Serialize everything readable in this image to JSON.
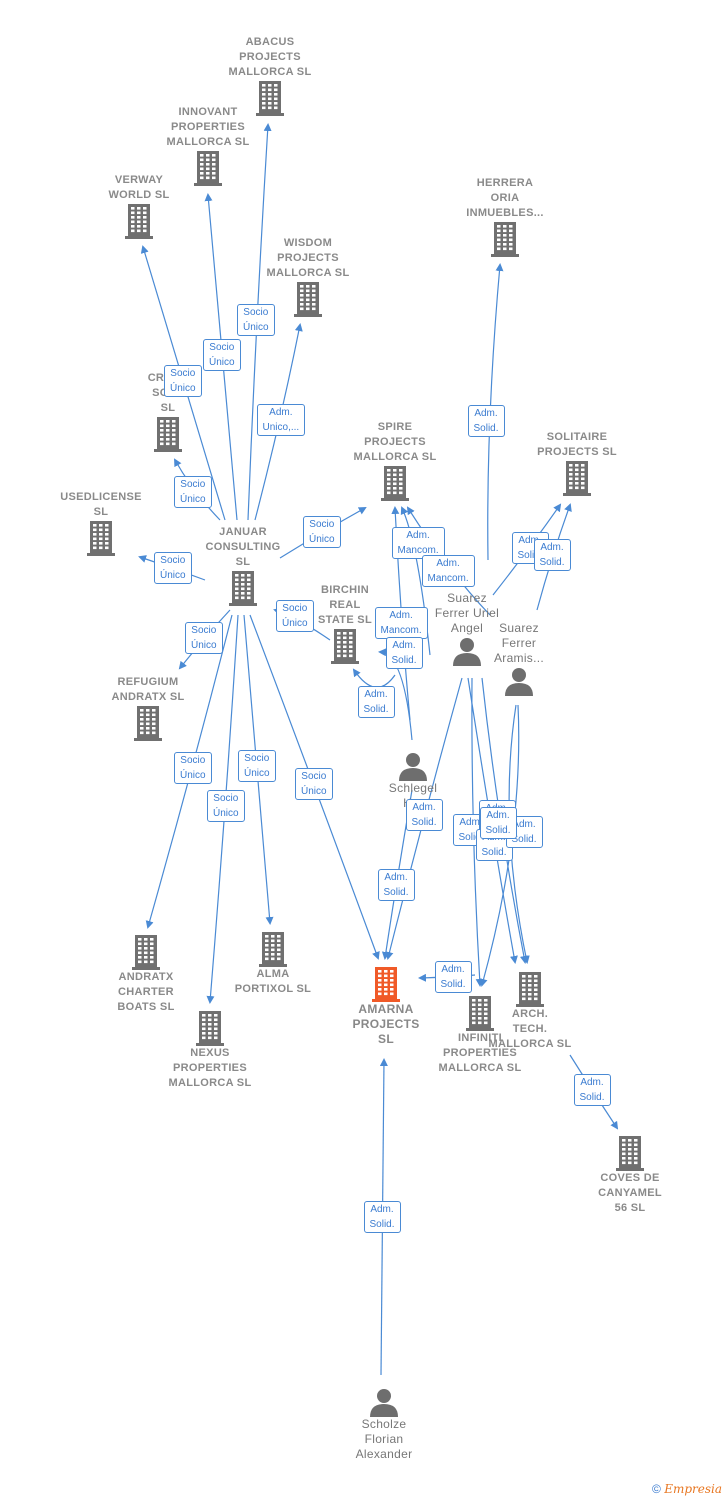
{
  "colors": {
    "edge": "#4a8ad4",
    "building": "#707070",
    "focus": "#f05a28",
    "person": "#6e6e6e"
  },
  "nodes": [
    {
      "id": "abacus",
      "type": "company",
      "label": "ABACUS\nPROJECTS\nMALLORCA  SL"
    },
    {
      "id": "innovant",
      "type": "company",
      "label": "INNOVANT\nPROPERTIES\nMALLORCA  SL"
    },
    {
      "id": "verway",
      "type": "company",
      "label": "VERWAY\nWORLD  SL"
    },
    {
      "id": "wisdom",
      "type": "company",
      "label": "WISDOM\nPROJECTS\nMALLORCA  SL"
    },
    {
      "id": "herrera",
      "type": "company",
      "label": "HERRERA\nORIA\nINMUEBLES..."
    },
    {
      "id": "cross",
      "type": "company",
      "label": "CROSS\nSOLU\nSL"
    },
    {
      "id": "spire",
      "type": "company",
      "label": "SPIRE\nPROJECTS\nMALLORCA  SL"
    },
    {
      "id": "solitaire",
      "type": "company",
      "label": "SOLITAIRE\nPROJECTS  SL"
    },
    {
      "id": "usedlicense",
      "type": "company",
      "label": "USEDLICENSE\nSL"
    },
    {
      "id": "januar",
      "type": "company",
      "label": "JANUAR\nCONSULTING\nSL"
    },
    {
      "id": "birchin",
      "type": "company",
      "label": "BIRCHIN\nREAL\nSTATE  SL"
    },
    {
      "id": "suarez_uriel",
      "type": "person",
      "label": "Suarez\nFerrer Uriel\nAngel"
    },
    {
      "id": "suarez_aramis",
      "type": "person",
      "label": "Suarez\nFerrer\nAramis..."
    },
    {
      "id": "refugium",
      "type": "company",
      "label": "REFUGIUM\nANDRATX  SL"
    },
    {
      "id": "schlegel",
      "type": "person",
      "label": "Schlegel\nH..."
    },
    {
      "id": "andratx",
      "type": "company",
      "label": "ANDRATX\nCHARTER\nBOATS  SL"
    },
    {
      "id": "alma",
      "type": "company",
      "label": "ALMA\nPORTIXOL  SL"
    },
    {
      "id": "nexus",
      "type": "company",
      "label": "NEXUS\nPROPERTIES\nMALLORCA  SL"
    },
    {
      "id": "amarna",
      "type": "focus",
      "label": "AMARNA\nPROJECTS\nSL"
    },
    {
      "id": "infiniti",
      "type": "company",
      "label": "INFINITI\nPROPERTIES\nMALLORCA  SL"
    },
    {
      "id": "arch",
      "type": "company",
      "label": "ARCH.\nTECH.\nMALLORCA  SL"
    },
    {
      "id": "coves",
      "type": "company",
      "label": "COVES DE\nCANYAMEL\n56 SL"
    },
    {
      "id": "scholze",
      "type": "person",
      "label": "Scholze\nFlorian\nAlexander"
    }
  ],
  "edges": [
    {
      "label": "Socio\nÚnico"
    },
    {
      "label": "Socio\nÚnico"
    },
    {
      "label": "Socio\nÚnico"
    },
    {
      "label": "Adm.\nUnico,..."
    },
    {
      "label": "Socio\nÚnico"
    },
    {
      "label": "Socio\nÚnico"
    },
    {
      "label": "Socio\nÚnico"
    },
    {
      "label": "Socio\nÚnico"
    },
    {
      "label": "Socio\nÚnico"
    },
    {
      "label": "Socio\nÚnico"
    },
    {
      "label": "Socio\nÚnico"
    },
    {
      "label": "Socio\nÚnico"
    },
    {
      "label": "Socio\nÚnico"
    },
    {
      "label": "Adm.\nSolid."
    },
    {
      "label": "Adm.\nMancom."
    },
    {
      "label": "Adm.\nMancom."
    },
    {
      "label": "Adm.\nMancom."
    },
    {
      "label": "Adm.\nSolid."
    },
    {
      "label": "Adm.\nSolid."
    },
    {
      "label": "Adm.\nSolid."
    },
    {
      "label": "Adm.\nSolid."
    },
    {
      "label": "Adm.\nSolid."
    },
    {
      "label": "Adm.\nSolid."
    },
    {
      "label": "Adm.\nSolid."
    },
    {
      "label": "Adm.\nSolid."
    },
    {
      "label": "Adm.\nSolid."
    },
    {
      "label": "Adm.\nSolid."
    },
    {
      "label": "Adm.\nSolid."
    },
    {
      "label": "Adm.\nSolid."
    },
    {
      "label": "Adm.\nSolid."
    },
    {
      "label": "Adm.\nSolid."
    }
  ],
  "footer": {
    "copyright": "©",
    "brand": "Empresia"
  }
}
